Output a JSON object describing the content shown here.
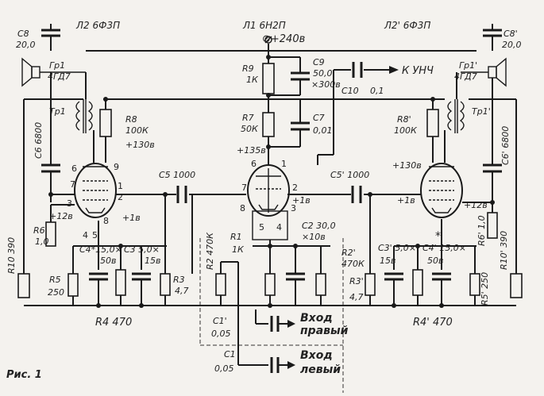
{
  "figure_caption": "Рис. 1",
  "tubes": {
    "left": "Л2 6Ф3П",
    "center": "Л1 6Н2П",
    "right": "Л2' 6Ф3П"
  },
  "supply": "⊘+240в",
  "output": "К УНЧ",
  "voltages": {
    "left_plus130": "+130в",
    "center_plus135": "+135в",
    "right_plus130": "+130в",
    "left_plus12": "+12в",
    "left_plus1": "+1в",
    "center_plus1": "+1в",
    "right_plus1": "+1в",
    "right_plus12": "+12в"
  },
  "components": {
    "C8": "C8",
    "C8_val": "20,0",
    "C8p": "C8'",
    "C8p_val": "20,0",
    "Gr1": "Гр1",
    "Gr1_val": "4ГД7",
    "Gr1p": "Гр1'",
    "Gr1p_val": "4ГД7",
    "Tr1": "Тр1",
    "Tr1p": "Тр1'",
    "R9": "R9",
    "R9_val": "1К",
    "C9": "C9",
    "C9_val": "50,0",
    "C9_v": "×300в",
    "C10": "C10",
    "C10_val": "0,1",
    "R7": "R7",
    "R7_val": "50К",
    "C7": "C7",
    "C7_val": "0,01",
    "R8": "R8",
    "R8_val": "100К",
    "R8p": "R8'",
    "R8p_val": "100К",
    "C6": "C6 6800",
    "C6p": "C6' 6800",
    "C5": "C5 1000",
    "C5p": "C5' 1000",
    "R6": "R6",
    "R6_val": "1,0",
    "R6p": "R6' 1,0",
    "R10": "R10 390",
    "R10p": "R10' 390",
    "R5": "R5",
    "R5_val": "250",
    "R5p": "R5' 250",
    "C4": "C4*15,0×",
    "C4_v": "50в",
    "C4p": "C4' 15,0×",
    "C4p_v": "50в",
    "C3": "C3 5,0×",
    "C3_v": "15в",
    "C3p": "C3' 5,0×",
    "C3p_v": "15в",
    "R4": "R4 470",
    "R4p": "R4' 470",
    "R3": "R3",
    "R3_val": "4,7",
    "R3p": "R3'",
    "R3p_val": "4,7",
    "R2": "R2 470К",
    "R2p": "R2'",
    "R2p_val": "470К",
    "R1": "R1",
    "R1_val": "1К",
    "C2": "C2 30,0",
    "C2_v": "×10в",
    "C1p": "C1'",
    "C1p_val": "0,05",
    "C1": "C1",
    "C1_val": "0,05"
  },
  "inputs": {
    "right_a": "Вход",
    "right_b": "правый",
    "left_a": "Вход",
    "left_b": "левый"
  },
  "pins": {
    "L_6": "6",
    "L_7": "7",
    "L_9": "9",
    "L_1": "1",
    "L_3": "3",
    "L_2": "2",
    "L_8": "8",
    "L_4": "4",
    "L_5": "5",
    "C_6": "6",
    "C_1": "1",
    "C_7": "7",
    "C_2": "2",
    "C_8": "8",
    "C_3": "3",
    "C_5": "5",
    "C_4": "4",
    "R_star": "*"
  }
}
